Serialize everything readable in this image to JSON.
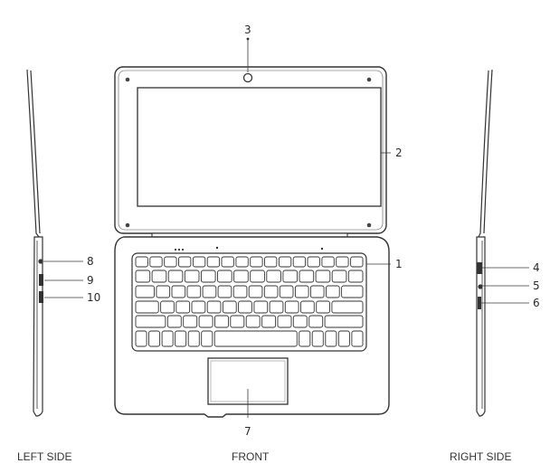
{
  "callouts": {
    "c1": "1",
    "c2": "2",
    "c3": "3",
    "c4": "4",
    "c5": "5",
    "c6": "6",
    "c7": "7",
    "c8": "8",
    "c9": "9",
    "c10": "10"
  },
  "captions": {
    "left": "LEFT SIDE",
    "front": "FRONT",
    "right": "RIGHT SIDE"
  }
}
